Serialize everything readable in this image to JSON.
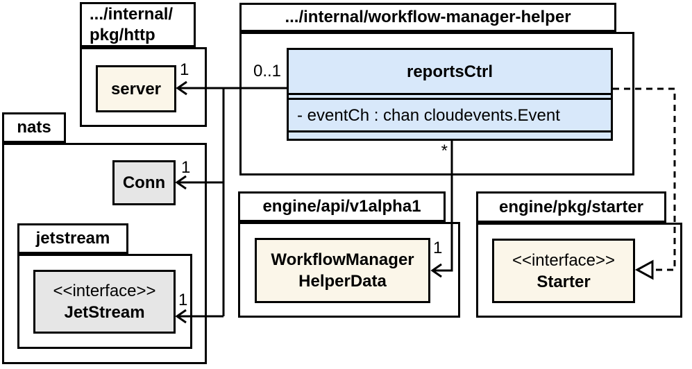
{
  "diagram_type": "uml-package-class-diagram",
  "packages": {
    "http": {
      "label_line1": ".../internal/",
      "label_line2": "pkg/http"
    },
    "workflow": {
      "label": ".../internal/workflow-manager-helper"
    },
    "nats": {
      "label": "nats"
    },
    "jetstream": {
      "label": "jetstream"
    },
    "v1alpha1": {
      "label": "engine/api/v1alpha1"
    },
    "starter": {
      "label": "engine/pkg/starter"
    }
  },
  "classes": {
    "server": {
      "name": "server"
    },
    "reportsCtrl": {
      "name": "reportsCtrl",
      "attribute": "- eventCh : chan cloudevents.Event"
    },
    "conn": {
      "name": "Conn"
    },
    "jetStream": {
      "stereotype": "<<interface>>",
      "name": "JetStream"
    },
    "helperData": {
      "name_line1": "WorkflowManager",
      "name_line2": "HelperData"
    },
    "starter": {
      "stereotype": "<<interface>>",
      "name": "Starter"
    }
  },
  "multiplicities": {
    "server_end": "1",
    "reportsctrl_end": "0..1",
    "conn_end": "1",
    "jetstream_end": "1",
    "helperdata_source_end": "*",
    "helperdata_target_end": "1"
  },
  "colors": {
    "class_header_blue": "#d8e8fa",
    "class_cream": "#fbf6e9",
    "class_gray": "#e6e6e6",
    "border": "#000000",
    "background": "#ffffff"
  }
}
